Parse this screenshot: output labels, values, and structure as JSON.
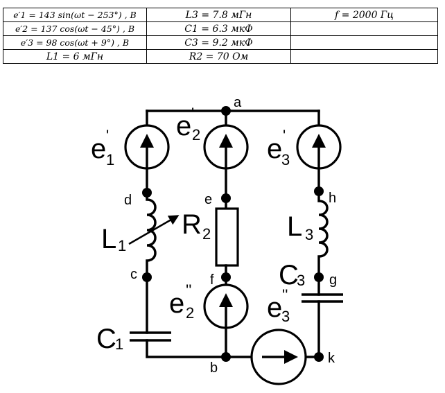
{
  "table": {
    "rows": [
      [
        "e′1 = 143 sin(ωt − 253°) , В",
        "L3 = 7.8 мГн",
        "f = 2000 Гц"
      ],
      [
        "e′2 = 137 cos(ωt − 45°) , В",
        "C1 = 6.3 мкФ",
        ""
      ],
      [
        "e′3 = 98 cos(ωt + 9°) , В",
        "C3 = 9.2 мкФ",
        ""
      ],
      [
        "L1 = 6 мГн",
        "R2 = 70 Ом",
        ""
      ]
    ]
  },
  "circuit": {
    "nodes": {
      "a": "a",
      "b": "b",
      "c": "c",
      "d": "d",
      "e": "e",
      "f": "f",
      "g": "g",
      "h": "h",
      "k": "k"
    },
    "components": {
      "e1p": {
        "main": "e",
        "sup": "'",
        "sub": "1"
      },
      "e2p": {
        "main": "e",
        "sup": "'",
        "sub": "2"
      },
      "e3p": {
        "main": "e",
        "sup": "'",
        "sub": "3"
      },
      "e2pp": {
        "main": "e",
        "sup": "''",
        "sub": "2"
      },
      "e3pp": {
        "main": "e",
        "sup": "''",
        "sub": "3"
      },
      "L1": {
        "main": "L",
        "sub": "1"
      },
      "R2": {
        "main": "R",
        "sub": "2"
      },
      "L3": {
        "main": "L",
        "sub": "3"
      },
      "C1": {
        "main": "C",
        "sub": "1"
      },
      "C3": {
        "main": "C",
        "sub": "3"
      }
    }
  }
}
